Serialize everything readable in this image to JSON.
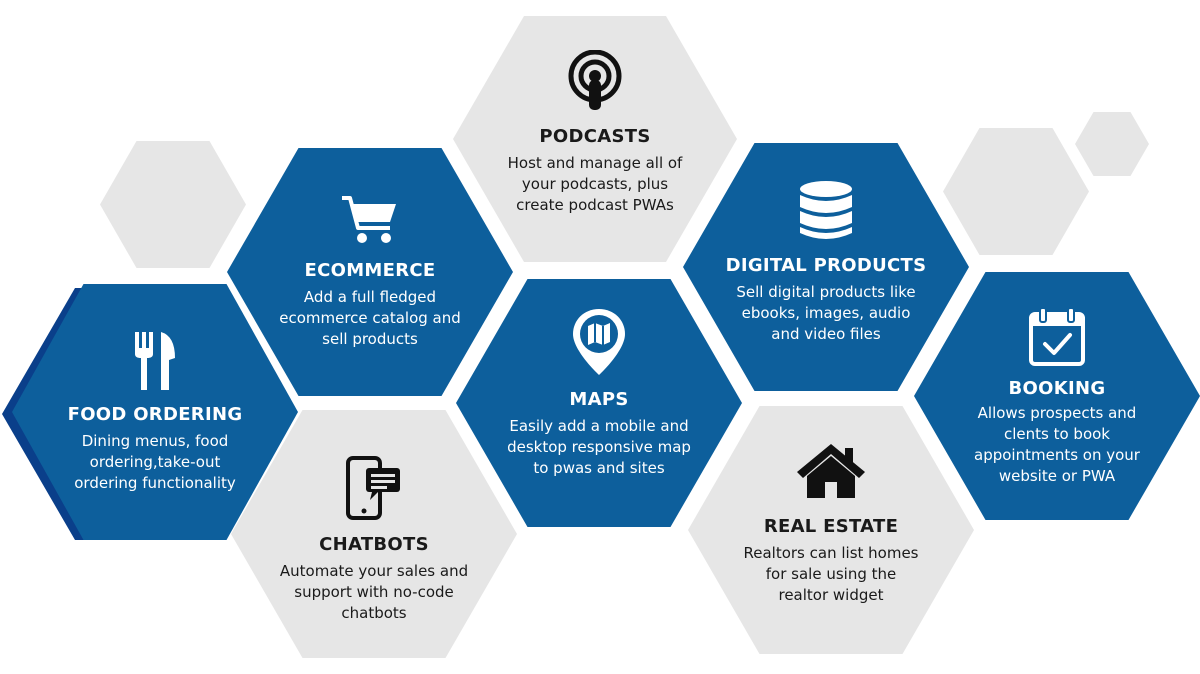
{
  "tiles": {
    "podcasts": {
      "title": "PODCASTS",
      "line1": "Host and manage all of",
      "line2": "your podcasts, plus",
      "line3": "create podcast PWAs",
      "icon": "podcast-icon"
    },
    "ecommerce": {
      "title": "ECOMMERCE",
      "line1": "Add a full fledged",
      "line2": "ecommerce catalog and",
      "line3": "sell products",
      "icon": "shopping-cart-icon"
    },
    "digital_products": {
      "title": "DIGITAL PRODUCTS",
      "line1": "Sell digital products like",
      "line2": "ebooks, images, audio",
      "line3": "and video files",
      "icon": "database-icon"
    },
    "food_ordering": {
      "title": "FOOD ORDERING",
      "line1": "Dining menus, food",
      "line2": "ordering,take-out",
      "line3": "ordering functionality",
      "icon": "fork-knife-icon"
    },
    "maps": {
      "title": "MAPS",
      "line1": "Easily add a mobile and",
      "line2": "desktop responsive map",
      "line3": "to pwas and sites",
      "icon": "map-pin-icon"
    },
    "booking": {
      "title": "BOOKING",
      "line1": "Allows prospects and",
      "line2": "clents to book",
      "line3": "appointments on your",
      "line4": "website or PWA",
      "icon": "calendar-check-icon"
    },
    "chatbots": {
      "title": "CHATBOTS",
      "line1": "Automate your sales and",
      "line2": "support with no-code",
      "line3": "chatbots",
      "icon": "phone-chat-icon"
    },
    "real_estate": {
      "title": "REAL ESTATE",
      "line1": "Realtors can list homes",
      "line2": "for sale using the",
      "line3": "realtor widget",
      "icon": "house-icon"
    }
  },
  "colors": {
    "blue": "#0d5f9c",
    "gray": "#e6e6e6",
    "dark_text": "#1a1a1a"
  }
}
